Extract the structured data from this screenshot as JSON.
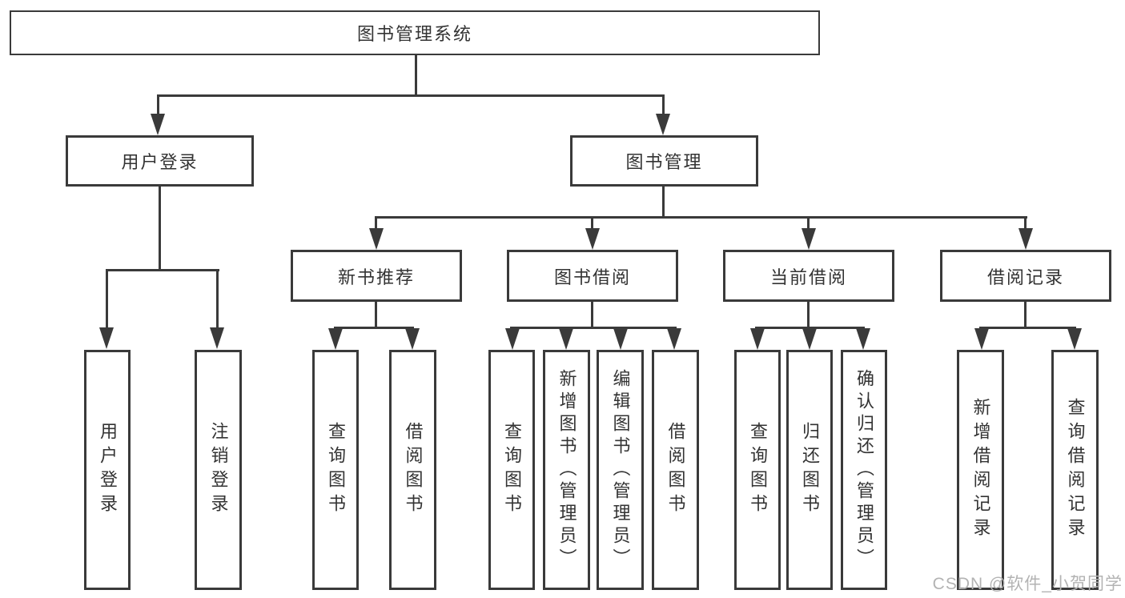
{
  "colors": {
    "line": "#3a3a3a",
    "text": "#333333",
    "background": "#ffffff",
    "watermark": "#b3b3b3"
  },
  "watermark": "CSDN @软件_小贺同学",
  "tree": {
    "root": {
      "label": "图书管理系统"
    },
    "branches": [
      {
        "label": "用户登录",
        "children": [
          {
            "label": "用户登录"
          },
          {
            "label": "注销登录"
          }
        ]
      },
      {
        "label": "图书管理",
        "children": [
          {
            "label": "新书推荐",
            "children": [
              {
                "label": "查询图书"
              },
              {
                "label": "借阅图书"
              }
            ]
          },
          {
            "label": "图书借阅",
            "children": [
              {
                "label": "查询图书"
              },
              {
                "label": "新增图书（管理员）"
              },
              {
                "label": "编辑图书（管理员）"
              },
              {
                "label": "借阅图书"
              }
            ]
          },
          {
            "label": "当前借阅",
            "children": [
              {
                "label": "查询图书"
              },
              {
                "label": "归还图书"
              },
              {
                "label": "确认归还（管理员）"
              }
            ]
          },
          {
            "label": "借阅记录",
            "children": [
              {
                "label": "新增借阅记录"
              },
              {
                "label": "查询借阅记录"
              }
            ]
          }
        ]
      }
    ]
  }
}
